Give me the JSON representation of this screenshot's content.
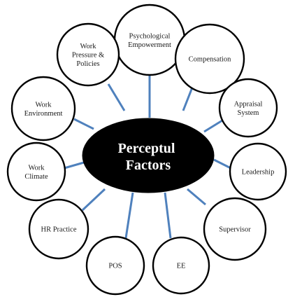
{
  "diagram": {
    "center": {
      "label_lines": [
        "Perceptul",
        "Factors"
      ]
    },
    "nodes": [
      {
        "id": "psychological-empowerment",
        "lines": [
          "Psychological",
          "Empowerment"
        ]
      },
      {
        "id": "compensation",
        "lines": [
          "Compensation"
        ]
      },
      {
        "id": "appraisal-system",
        "lines": [
          "Appraisal",
          "System"
        ]
      },
      {
        "id": "leadership",
        "lines": [
          "Leadership"
        ]
      },
      {
        "id": "supervisor",
        "lines": [
          "Supervisor"
        ]
      },
      {
        "id": "ee",
        "lines": [
          "EE"
        ]
      },
      {
        "id": "pos",
        "lines": [
          "POS"
        ]
      },
      {
        "id": "hr-practice",
        "lines": [
          "HR Practice"
        ]
      },
      {
        "id": "work-climate",
        "lines": [
          "Work",
          "Climate"
        ]
      },
      {
        "id": "work-environment",
        "lines": [
          "Work",
          "Environment"
        ]
      },
      {
        "id": "work-pressure-policies",
        "lines": [
          "Work",
          "Pressure &",
          "Policies"
        ]
      }
    ],
    "colors": {
      "spoke": "#4f81bd",
      "center_fill": "#000000",
      "outline": "#000000"
    }
  }
}
